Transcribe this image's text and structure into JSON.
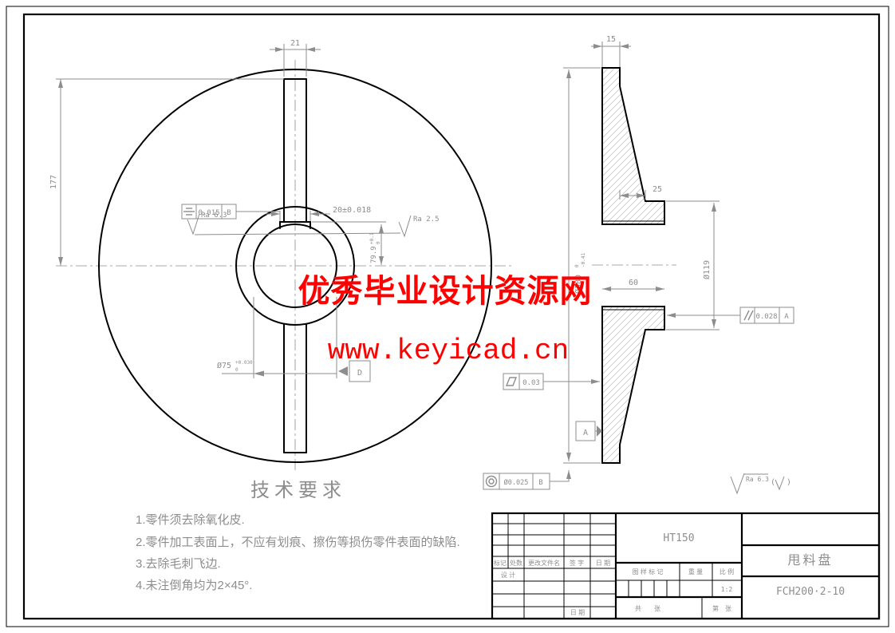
{
  "watermark": {
    "line1": "优秀毕业设计资源网",
    "line2": "www.keyicad.cn",
    "color": "#ff0000"
  },
  "front_view": {
    "dim_slot_width": "21",
    "dim_center_height": "177",
    "dim_keyway_width": "20±0.018",
    "keyway_depth": {
      "value": "79.9",
      "tol_up": "+0.1",
      "tol_dn": "0"
    },
    "bore": {
      "value": "Ø75",
      "tol_up": "+0.030",
      "tol_dn": "0"
    },
    "bore_datum": "D",
    "symmetry": {
      "value": "0.015",
      "datum": "B"
    },
    "roughness_keyway": "Ra 6.3",
    "roughness_bore": "Ra 2.5"
  },
  "side_view": {
    "dim_rim_thickness": "15",
    "dim_cone_offset": "25",
    "dim_hub_length": "60",
    "hub_dia": "Ø119",
    "outer_dia": {
      "value": "Ø380",
      "tol_up": "0",
      "tol_dn": "-0.41"
    },
    "parallelism": {
      "value": "0.028",
      "datum": "A"
    },
    "flatness": {
      "value": "0.03"
    },
    "concentricity": {
      "value": "Ø0.025",
      "datum": "B"
    },
    "datum_label": "A",
    "rough_note": {
      "value": "Ra 6.3",
      "open": "(",
      "close": ")"
    }
  },
  "tech_req": {
    "title": "技术要求",
    "items": [
      "1.零件须去除氧化皮.",
      "2.零件加工表面上，不应有划痕、擦伤等损伤零件表面的缺陷.",
      "3.去除毛刺飞边.",
      "4.未注倒角均为2×45°."
    ]
  },
  "title_block": {
    "material": "HT150",
    "part_name": "甩料盘",
    "drawing_no": "FCH200·2-10",
    "rev_headers": [
      "标记",
      "处数",
      "更改文件名",
      "签 字",
      "日 期"
    ],
    "design_label": "设 计",
    "date_label": "日 期",
    "mark_label": "图 样 标 记",
    "weight_label": "重 量",
    "scale_label": "比 例",
    "scale_value": "1:2",
    "sheets_label": "共　　张",
    "sheet_no_label": "第　张"
  },
  "colors": {
    "object_line": "#000000",
    "dim_line": "#8d8d8d",
    "watermark": "#ff0000"
  }
}
